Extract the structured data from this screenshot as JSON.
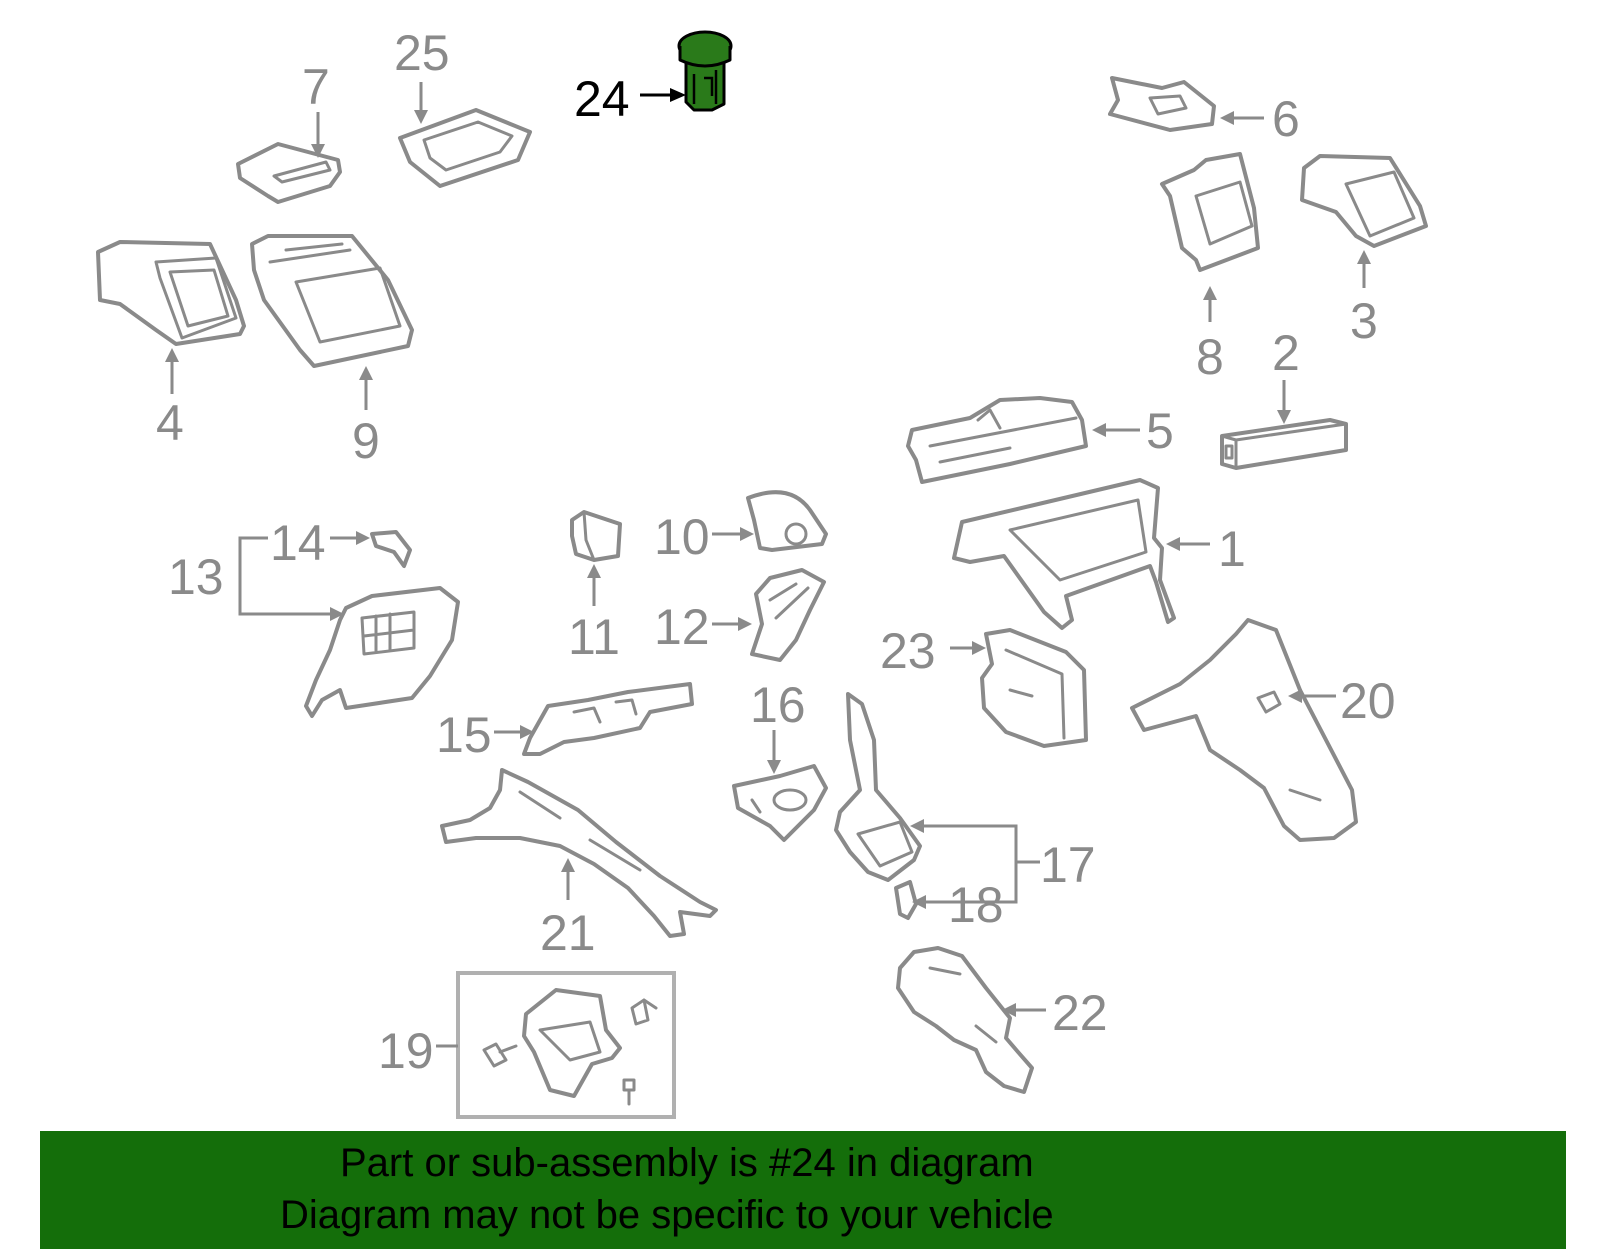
{
  "callouts": {
    "c1": "1",
    "c2": "2",
    "c3": "3",
    "c4": "4",
    "c5": "5",
    "c6": "6",
    "c7": "7",
    "c8": "8",
    "c9": "9",
    "c10": "10",
    "c11": "11",
    "c12": "12",
    "c13": "13",
    "c14": "14",
    "c15": "15",
    "c16": "16",
    "c17": "17",
    "c18": "18",
    "c19": "19",
    "c20": "20",
    "c21": "21",
    "c22": "22",
    "c23": "23",
    "c24": "24",
    "c25": "25"
  },
  "highlighted_part": "24",
  "colors": {
    "highlight": "#2a7a1a",
    "banner": "#146e0a",
    "part_outline": "#8a8a8a"
  },
  "banner": {
    "line1": "Part or sub-assembly is #24 in diagram",
    "line2": "Diagram may not be specific to your vehicle"
  }
}
